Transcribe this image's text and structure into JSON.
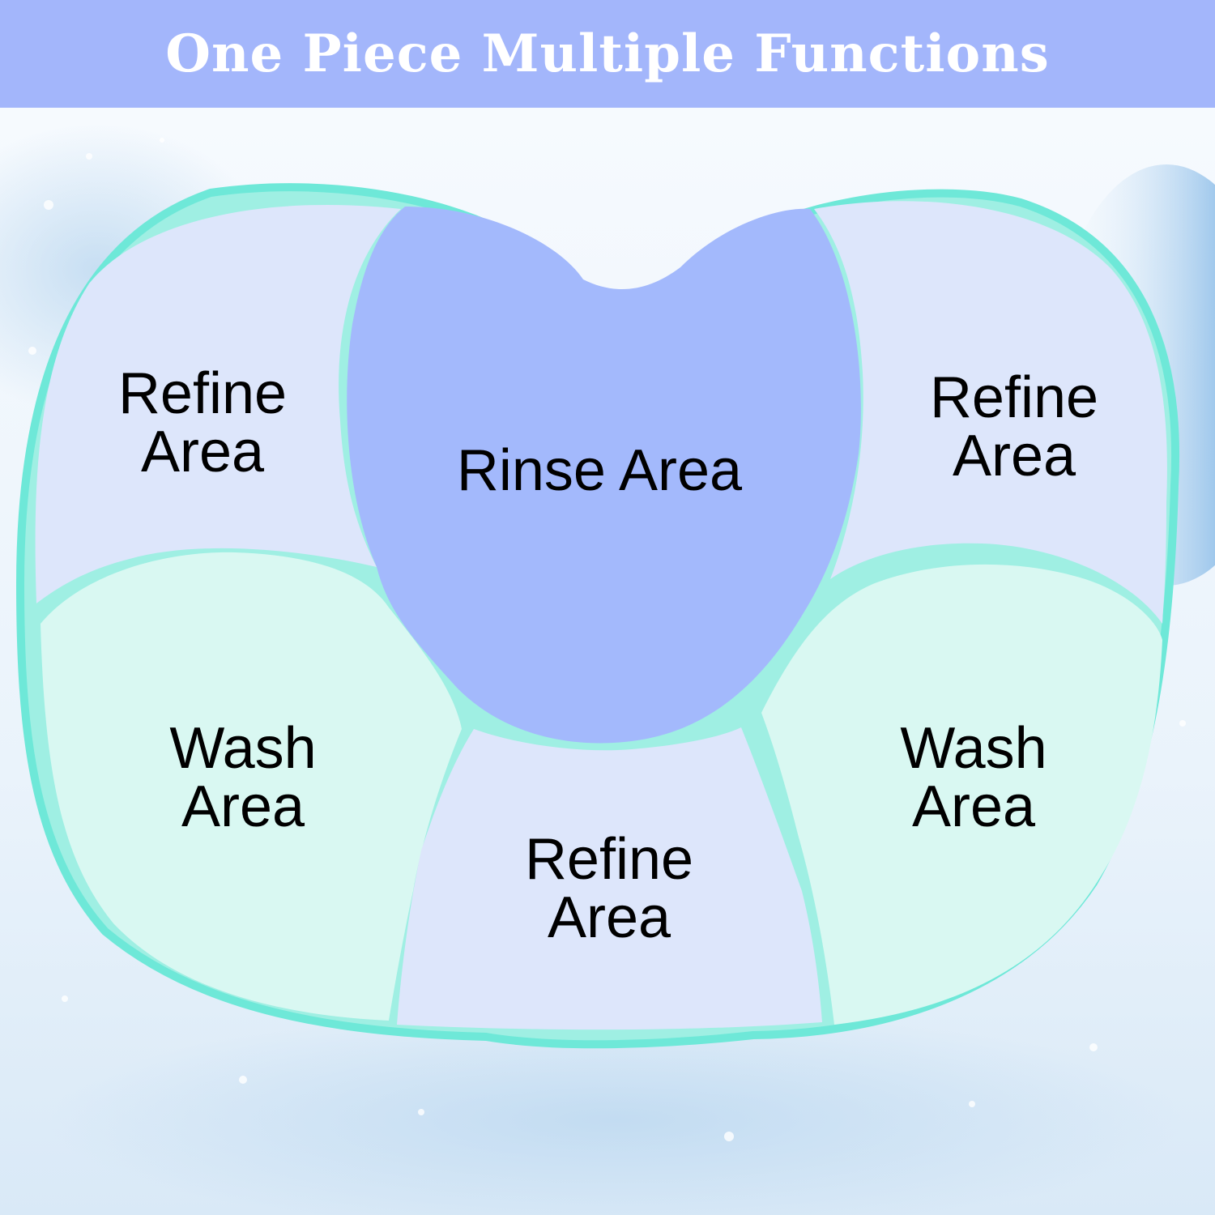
{
  "banner": {
    "title": "One Piece Multiple Functions"
  },
  "colors": {
    "banner_bg": "#a3b6fb",
    "rim": "#6ee8d8",
    "refine_fill": "#dde6fb",
    "rinse_fill": "#a3b9fc",
    "wash_fill": "#d9f8f2",
    "water_accent": "#2a7fd0"
  },
  "areas": {
    "refine_top_left": {
      "line1": "Refine",
      "line2": "Area"
    },
    "rinse_center": {
      "text": "Rinse Area"
    },
    "refine_top_right": {
      "line1": "Refine",
      "line2": "Area"
    },
    "wash_left": {
      "line1": "Wash",
      "line2": "Area"
    },
    "refine_bottom": {
      "line1": "Refine",
      "line2": "Area"
    },
    "wash_right": {
      "line1": "Wash",
      "line2": "Area"
    }
  }
}
